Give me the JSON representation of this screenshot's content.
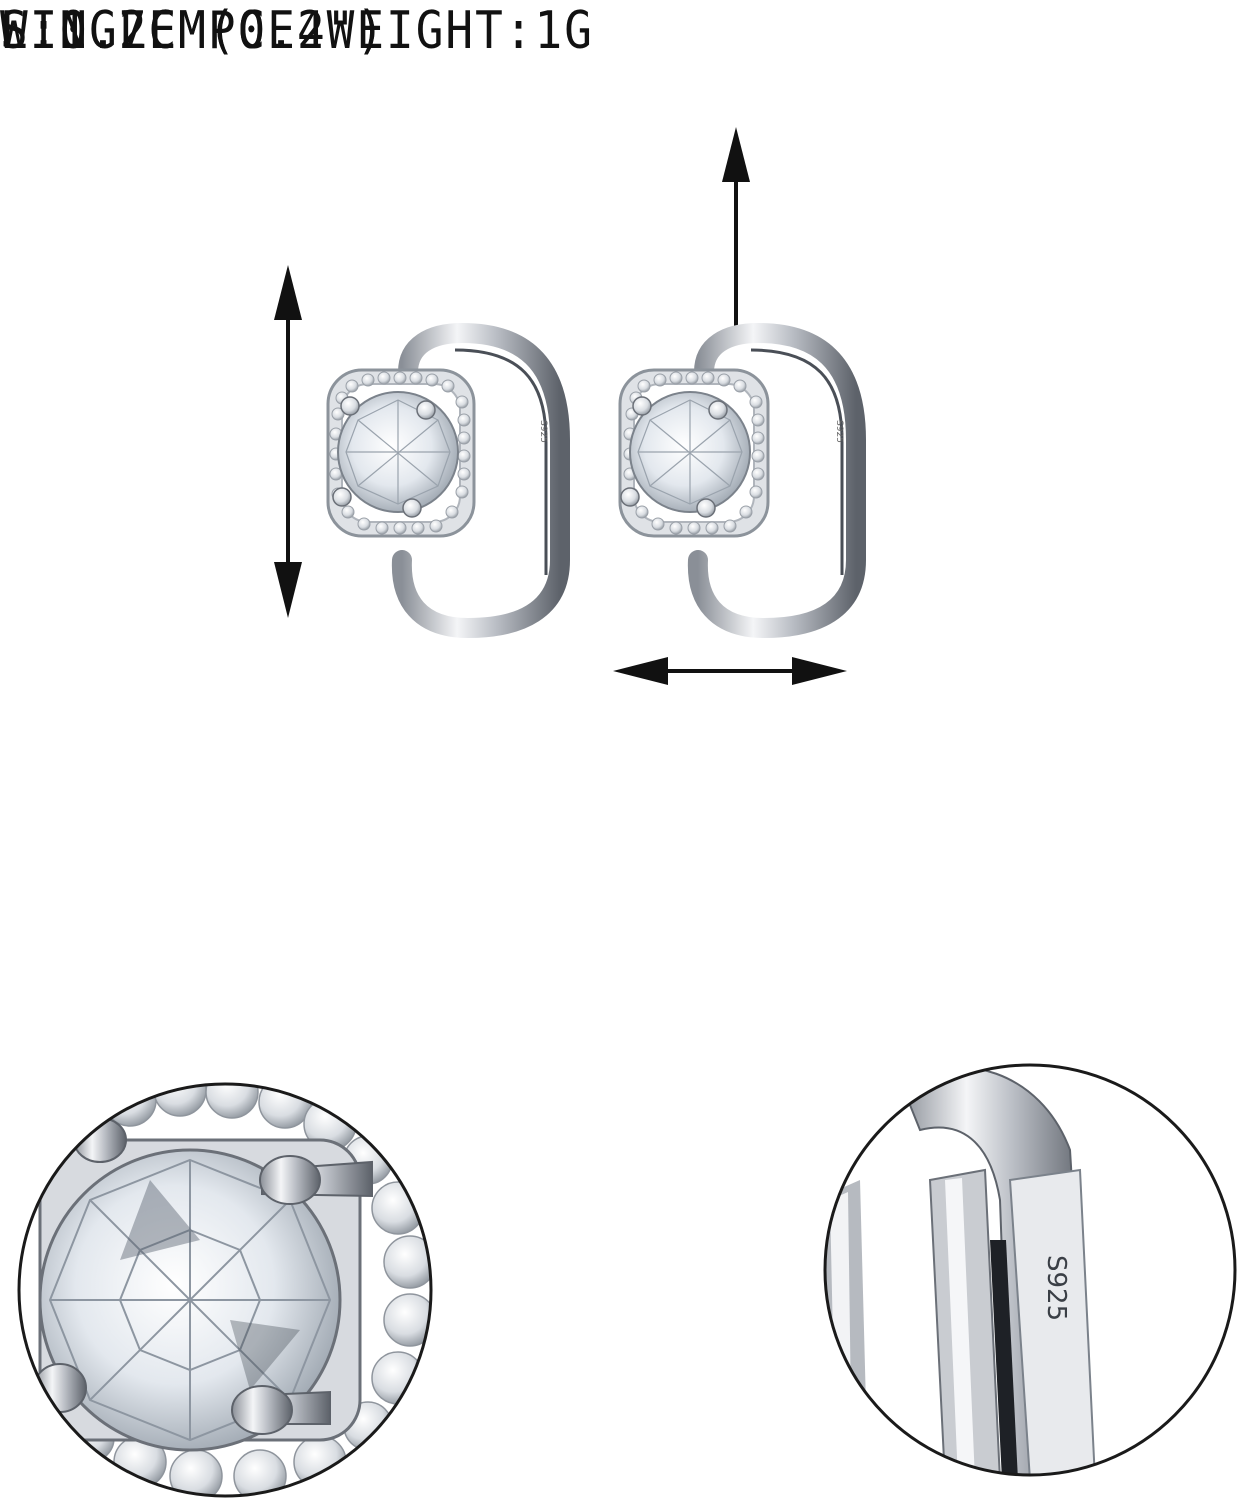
{
  "labels": {
    "weight": "SINGLE PCE WEIGHT:1G",
    "length": "L:1.2CM(0.4\")",
    "width": "W:0.7CM(0.2\")"
  },
  "hallmark": {
    "small": "S925",
    "zoom": "S925"
  },
  "colors": {
    "background": "#ffffff",
    "text": "#111111",
    "silver": "#c9ccd1",
    "silver_dark": "#6b7078",
    "gem": "#eef2f6",
    "circle_stroke": "#1a1a1a"
  }
}
